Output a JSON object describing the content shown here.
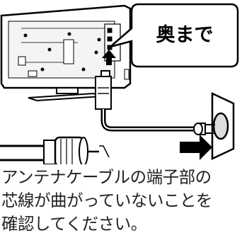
{
  "callout": {
    "text": "奥まで"
  },
  "caption": {
    "lines": [
      "アンテナケーブルの端子部の",
      "芯線が曲がっていないことを",
      "確認してください。"
    ]
  },
  "colors": {
    "ink": "#000000",
    "fill": "#ffffff",
    "shade": "#e6e6e6"
  }
}
